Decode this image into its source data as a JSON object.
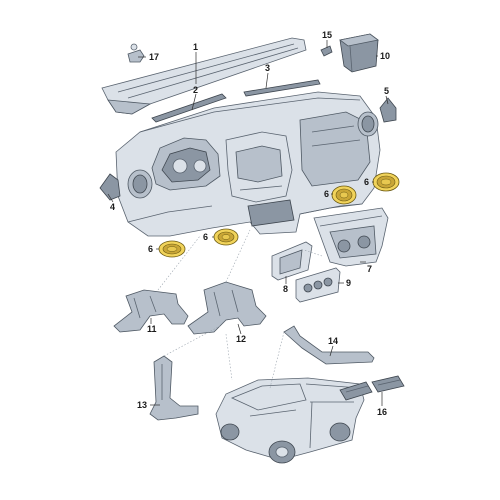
{
  "diagram": {
    "callouts": [
      {
        "id": "c1",
        "text": "1"
      },
      {
        "id": "c2",
        "text": "2"
      },
      {
        "id": "c3",
        "text": "3"
      },
      {
        "id": "c4",
        "text": "4"
      },
      {
        "id": "c5",
        "text": "5"
      },
      {
        "id": "c6a",
        "text": "6"
      },
      {
        "id": "c6b",
        "text": "6"
      },
      {
        "id": "c6c",
        "text": "6"
      },
      {
        "id": "c6d",
        "text": "6"
      },
      {
        "id": "c7",
        "text": "7"
      },
      {
        "id": "c8",
        "text": "8"
      },
      {
        "id": "c9",
        "text": "9"
      },
      {
        "id": "c10",
        "text": "10"
      },
      {
        "id": "c11",
        "text": "11"
      },
      {
        "id": "c12",
        "text": "12"
      },
      {
        "id": "c13",
        "text": "13"
      },
      {
        "id": "c14",
        "text": "14"
      },
      {
        "id": "c15",
        "text": "15"
      },
      {
        "id": "c16",
        "text": "16"
      },
      {
        "id": "c17",
        "text": "17"
      }
    ],
    "colors": {
      "part": "#dbe1e8",
      "outline": "#5a6470",
      "vent_highlight": "#f1d35a"
    }
  }
}
